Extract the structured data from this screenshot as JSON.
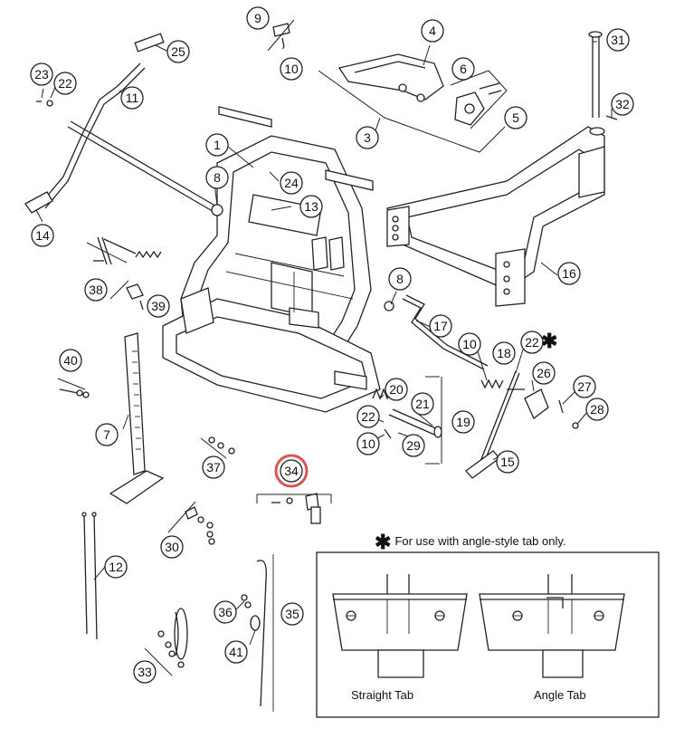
{
  "parts": [
    {
      "number": "1"
    },
    {
      "number": "3"
    },
    {
      "number": "4"
    },
    {
      "number": "5"
    },
    {
      "number": "6"
    },
    {
      "number": "7"
    },
    {
      "number": "8"
    },
    {
      "number": "8"
    },
    {
      "number": "9"
    },
    {
      "number": "10"
    },
    {
      "number": "10"
    },
    {
      "number": "10"
    },
    {
      "number": "11"
    },
    {
      "number": "12"
    },
    {
      "number": "13"
    },
    {
      "number": "14"
    },
    {
      "number": "15"
    },
    {
      "number": "16"
    },
    {
      "number": "17"
    },
    {
      "number": "18"
    },
    {
      "number": "19"
    },
    {
      "number": "20"
    },
    {
      "number": "21"
    },
    {
      "number": "22"
    },
    {
      "number": "22"
    },
    {
      "number": "22"
    },
    {
      "number": "23"
    },
    {
      "number": "24"
    },
    {
      "number": "25"
    },
    {
      "number": "26"
    },
    {
      "number": "27"
    },
    {
      "number": "28"
    },
    {
      "number": "29"
    },
    {
      "number": "30"
    },
    {
      "number": "31"
    },
    {
      "number": "32"
    },
    {
      "number": "33"
    },
    {
      "number": "34",
      "highlighted": true
    },
    {
      "number": "35"
    },
    {
      "number": "36"
    },
    {
      "number": "37"
    },
    {
      "number": "38"
    },
    {
      "number": "39"
    },
    {
      "number": "40"
    },
    {
      "number": "41"
    }
  ],
  "highlight_color": "#d9534f",
  "footnote": {
    "symbol": "✱",
    "text": "For use with angle-style tab only."
  },
  "tab_views": {
    "straight": "Straight Tab",
    "angle": "Angle Tab"
  },
  "marker_symbol": "✱"
}
